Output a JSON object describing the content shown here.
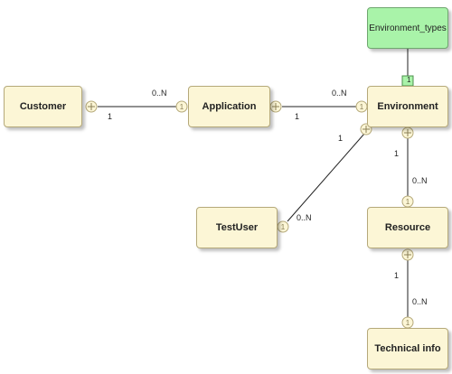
{
  "entities": {
    "customer": "Customer",
    "application": "Application",
    "environment": "Environment",
    "environment_types": "Environment_types",
    "testuser": "TestUser",
    "resource": "Resource",
    "technical_info": "Technical info"
  },
  "cardinalities": {
    "customer_application_one": "1",
    "customer_application_many": "0..N",
    "application_environment_one": "1",
    "application_environment_many": "0..N",
    "environment_testuser_one": "1",
    "environment_testuser_many": "0..N",
    "environment_resource_one": "1",
    "environment_resource_many": "0..N",
    "resource_techinfo_one": "1",
    "resource_techinfo_many": "0..N",
    "envtypes_environment_marker": "1"
  },
  "colors": {
    "entity_fill": "#fcf6d6",
    "enum_fill": "#a9f3a9",
    "line": "#222222"
  }
}
